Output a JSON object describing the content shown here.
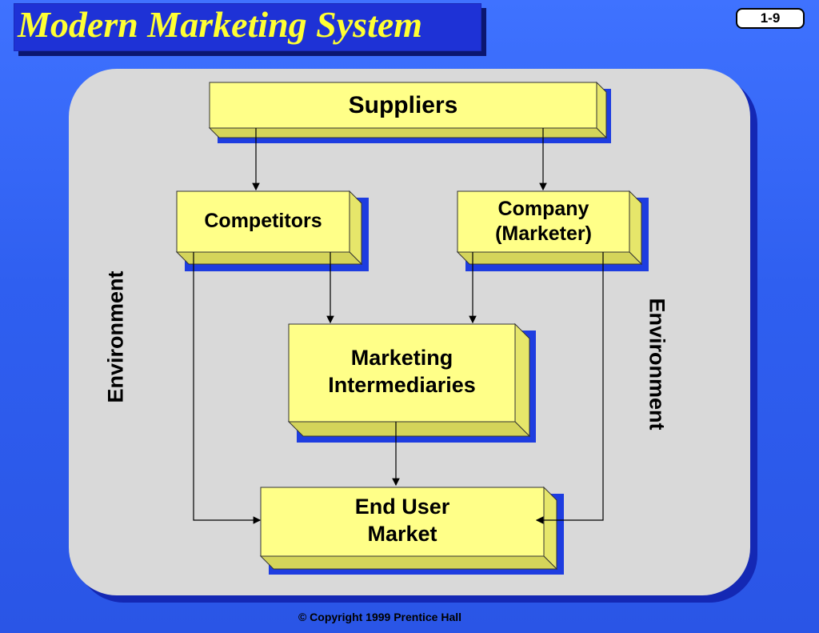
{
  "slide": {
    "title": "Modern Marketing System",
    "number": "1-9",
    "copyright": "© Copyright 1999 Prentice Hall"
  },
  "diagram": {
    "nodes": {
      "suppliers": "Suppliers",
      "competitors": "Competitors",
      "company": "Company\n(Marketer)",
      "intermediaries": "Marketing\nIntermediaries",
      "end_user": "End User\nMarket"
    },
    "environment_left": "Environment",
    "environment_right": "Environment"
  },
  "colors": {
    "box_fill": "#ffff88",
    "box_shadow": "#1e3de0",
    "panel": "#d9d9d9",
    "title_text": "#ffff33"
  }
}
